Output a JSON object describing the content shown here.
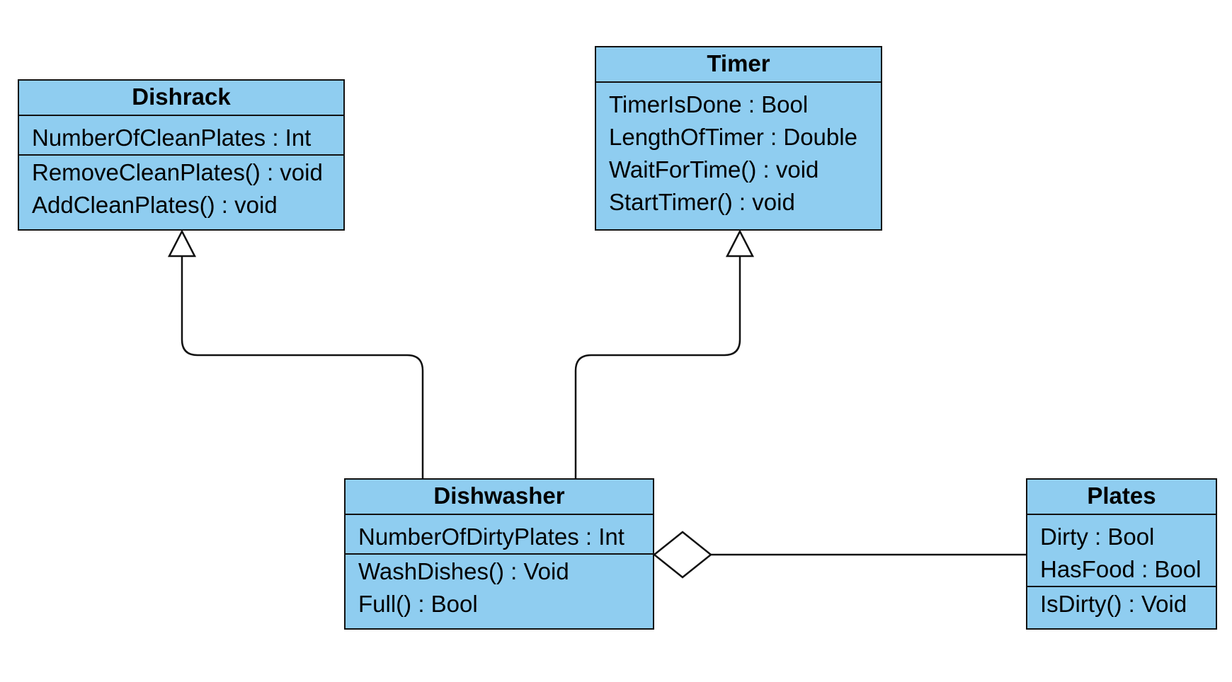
{
  "diagram": {
    "classes": [
      {
        "id": "dishrack",
        "name": "Dishrack",
        "attributes": [
          "NumberOfCleanPlates : Int"
        ],
        "operations": [
          "RemoveCleanPlates() : void",
          "AddCleanPlates() : void"
        ]
      },
      {
        "id": "timer",
        "name": "Timer",
        "attributes": [
          "TimerIsDone : Bool",
          "LengthOfTimer : Double",
          "WaitForTime() : void",
          "StartTimer() : void"
        ],
        "operations": []
      },
      {
        "id": "dishwasher",
        "name": "Dishwasher",
        "attributes": [
          "NumberOfDirtyPlates : Int"
        ],
        "operations": [
          "WashDishes() : Void",
          "Full() : Bool"
        ]
      },
      {
        "id": "plates",
        "name": "Plates",
        "attributes": [
          "Dirty : Bool",
          "HasFood : Bool"
        ],
        "operations": [
          "IsDirty() : Void"
        ]
      }
    ],
    "relationships": [
      {
        "type": "generalization",
        "from": "dishwasher",
        "to": "dishrack"
      },
      {
        "type": "generalization",
        "from": "dishwasher",
        "to": "timer"
      },
      {
        "type": "aggregation",
        "whole": "dishwasher",
        "part": "plates"
      }
    ],
    "colors": {
      "class_fill": "#8fcdf0",
      "line": "#111111",
      "background": "#ffffff"
    }
  }
}
